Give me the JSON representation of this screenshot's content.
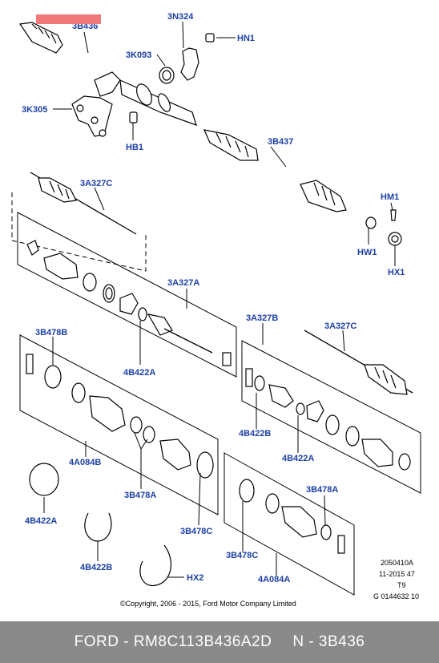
{
  "labels": {
    "l_3B436": "3B436",
    "l_3N324": "3N324",
    "l_HN1": "HN1",
    "l_3K093": "3K093",
    "l_3K305": "3K305",
    "l_HB1": "HB1",
    "l_3B437": "3B437",
    "l_HM1": "HM1",
    "l_HW1": "HW1",
    "l_HX1": "HX1",
    "l_3A327C_top": "3A327C",
    "l_3A327A": "3A327A",
    "l_4B422A_mid": "4B422A",
    "l_3B478B": "3B478B",
    "l_4A084B": "4A084B",
    "l_3B478A_left": "3B478A",
    "l_3B478C_left": "3B478C",
    "l_4B422A_left": "4B422A",
    "l_4B422B_left": "4B422B",
    "l_HX2": "HX2",
    "l_3A327B": "3A327B",
    "l_3A327C_right": "3A327C",
    "l_4B422B_right": "4B422B",
    "l_4B422A_right": "4B422A",
    "l_3B478A_right": "3B478A",
    "l_3B478C_right": "3B478C",
    "l_4A084A": "4A084A"
  },
  "ref": {
    "code": "2050410A",
    "date": "11-2015 47",
    "t": "T9",
    "g": "G 0144632 10"
  },
  "copyright": "©Copyright, 2006 - 2015, Ford Motor Company Limited",
  "footer": {
    "left": "FORD - RM8C113B436A2D",
    "right": "N - 3B436"
  },
  "colors": {
    "label": "#1d3fa6",
    "footer_bg": "#8a8a8a",
    "highlight": "#f07a7a"
  }
}
